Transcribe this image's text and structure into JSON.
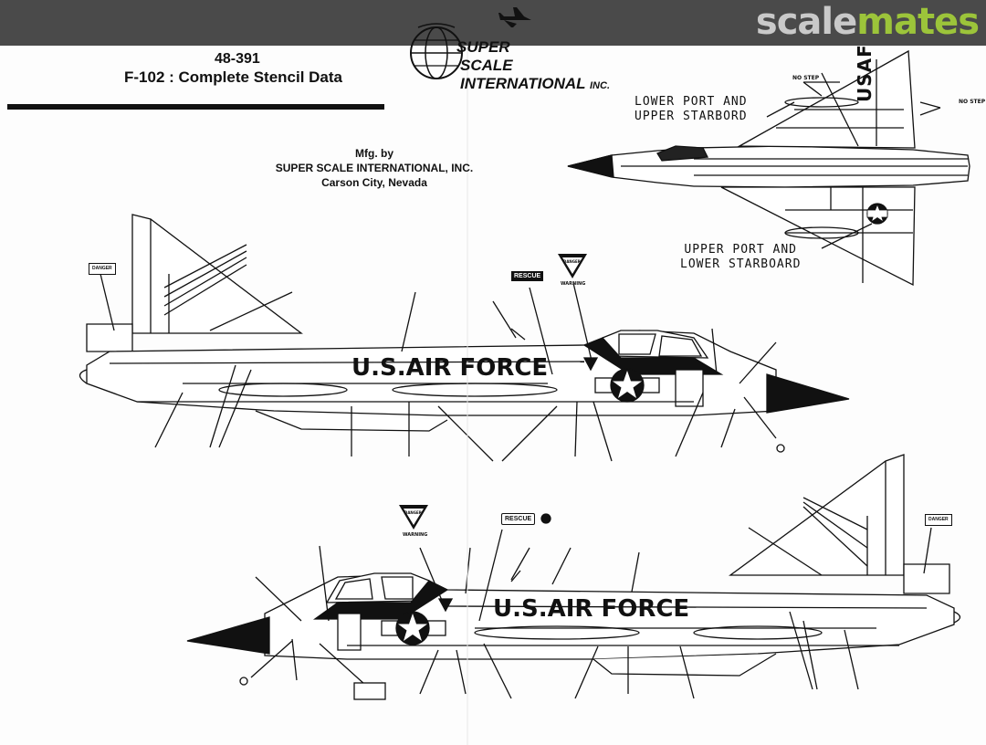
{
  "header": {
    "site_brand_part1": "scale",
    "site_brand_part2": "mates"
  },
  "sheet": {
    "catalog_number": "48-391",
    "title": "F-102 : Complete Stencil Data",
    "logo_line1": "SUPER",
    "logo_line2": "SCALE",
    "logo_line3": "INTERNATIONAL",
    "logo_inc": "INC.",
    "mfg_label": "Mfg. by",
    "manufacturer": "SUPER SCALE INTERNATIONAL, INC.",
    "location": "Carson City, Nevada"
  },
  "views": {
    "top_label_line1": "LOWER PORT AND",
    "top_label_line2": "UPPER STARBORD",
    "bottom_label_line1": "UPPER PORT AND",
    "bottom_label_line2": "LOWER STARBOARD",
    "wing_marking": "USAF",
    "fuselage_marking_upper": "U.S.AIR FORCE",
    "fuselage_marking_lower": "U.S.AIR FORCE",
    "no_step_1": "NO STEP",
    "no_step_2": "NO STEP",
    "rescue_upper": "RESCUE",
    "rescue_lower": "RESCUE",
    "danger_upper": "DANGER",
    "danger_lower": "DANGER",
    "warning_upper": "WARNING",
    "warning_lower": "WARNING",
    "danger_tag_left": "DANGER",
    "danger_tag_right": "DANGER"
  }
}
